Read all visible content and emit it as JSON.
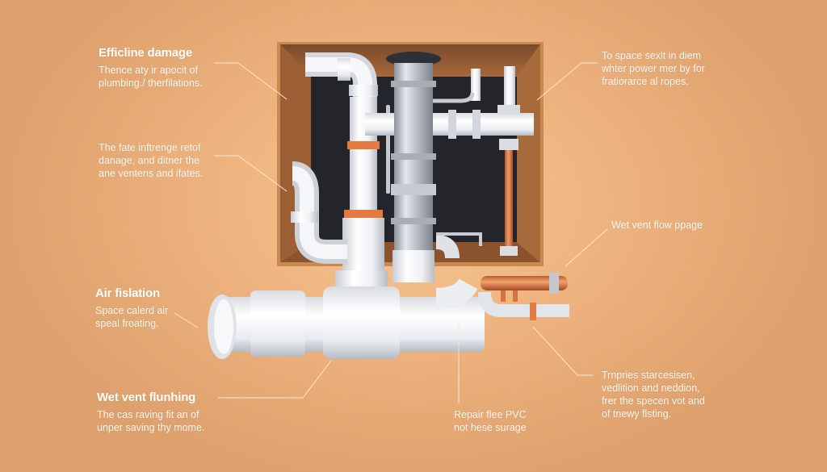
{
  "callouts": [
    {
      "id": "top-left",
      "title": "Efficline damage",
      "body": [
        "Thence aty ir apocit of",
        "plumbing./ therfilations."
      ]
    },
    {
      "id": "mid-left",
      "title": "",
      "body": [
        "The fate inftrenge retof",
        "danage, and ditner the",
        "ane ventens and ifates."
      ]
    },
    {
      "id": "air",
      "title": "Air fislation",
      "body": [
        "Space calerd air",
        "speal froating."
      ]
    },
    {
      "id": "wet-vent-flushing",
      "title": "Wet vent flunhing",
      "body": [
        "The cas raving fit an of",
        "unper saving thy mome."
      ]
    },
    {
      "id": "top-right",
      "title": "",
      "body": [
        "To space sexlt in diem",
        "whter power mer by for",
        "fratiorarce al ropes."
      ]
    },
    {
      "id": "wet-vent-flow",
      "title": "",
      "body": [
        "Wet vent flow ppage"
      ]
    },
    {
      "id": "bottom-right",
      "title": "",
      "body": [
        "Trnpries starcesisen,",
        "vedlition and neddion,",
        "frer the specen vot and",
        "of tnewy flsting."
      ]
    },
    {
      "id": "repair",
      "title": "",
      "body": [
        "Repair flee PVC",
        "not hese surage"
      ]
    }
  ],
  "colors": {
    "background_center": "#f6c993",
    "background_edge": "#dea06c",
    "cabinet_wood": "#a8693a",
    "cabinet_back": "#24252b",
    "pvc": "#eef1f4",
    "steel": "#b9bec5",
    "copper": "#d9733d",
    "orange_ring": "#e47a3f"
  }
}
